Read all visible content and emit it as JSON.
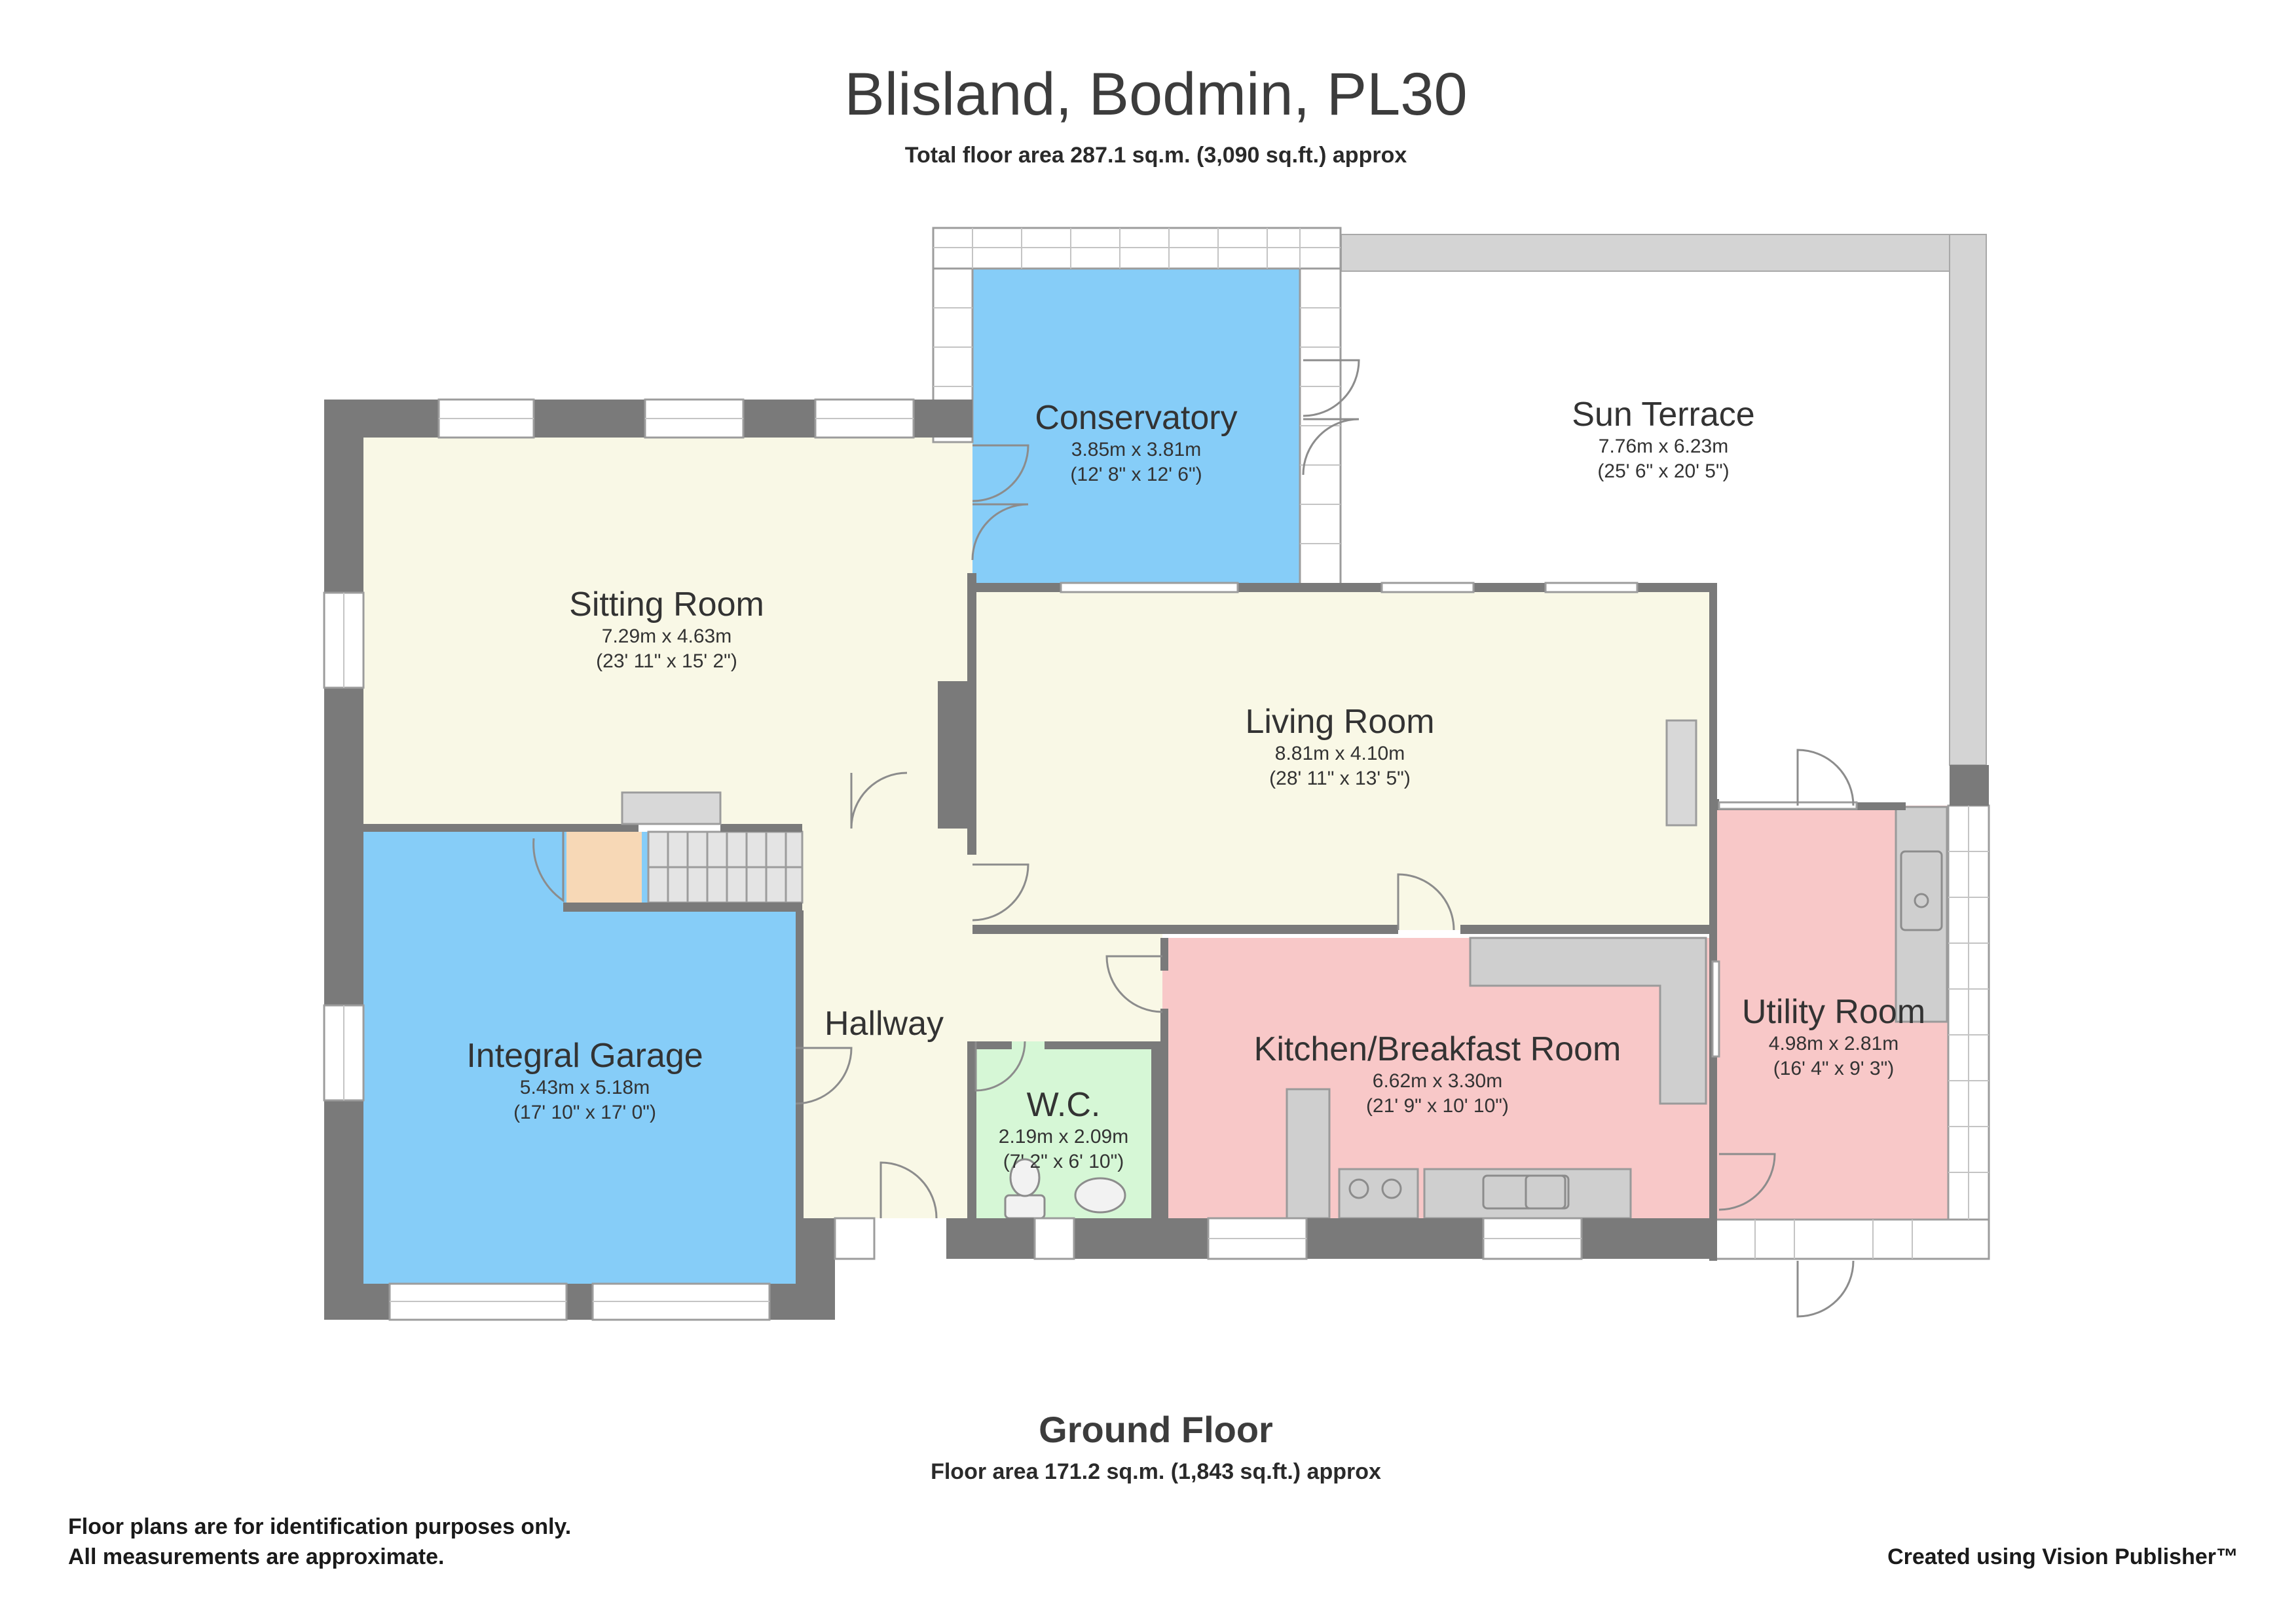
{
  "header": {
    "title": "Blisland, Bodmin, PL30",
    "total_area": "Total floor area 287.1 sq.m. (3,090 sq.ft.) approx"
  },
  "floor": {
    "name": "Ground Floor",
    "area": "Floor area 171.2 sq.m. (1,843 sq.ft.) approx"
  },
  "rooms": {
    "conservatory": {
      "name": "Conservatory",
      "metric": "3.85m x 3.81m",
      "imperial": "(12' 8\" x 12' 6\")"
    },
    "sun_terrace": {
      "name": "Sun Terrace",
      "metric": "7.76m x 6.23m",
      "imperial": "(25' 6\" x 20' 5\")"
    },
    "sitting_room": {
      "name": "Sitting Room",
      "metric": "7.29m x 4.63m",
      "imperial": "(23' 11\" x 15' 2\")"
    },
    "living_room": {
      "name": "Living Room",
      "metric": "8.81m x 4.10m",
      "imperial": "(28' 11\" x 13' 5\")"
    },
    "integral_garage": {
      "name": "Integral Garage",
      "metric": "5.43m x 5.18m",
      "imperial": "(17' 10\" x 17' 0\")"
    },
    "hallway": {
      "name": "Hallway"
    },
    "wc": {
      "name": "W.C.",
      "metric": "2.19m x 2.09m",
      "imperial": "(7' 2\" x 6' 10\")"
    },
    "kitchen": {
      "name": "Kitchen/Breakfast Room",
      "metric": "6.62m x 3.30m",
      "imperial": "(21' 9\" x 10' 10\")"
    },
    "utility_room": {
      "name": "Utility Room",
      "metric": "4.98m x 2.81m",
      "imperial": "(16' 4\" x 9' 3\")"
    }
  },
  "footer": {
    "disclaimer_line1": "Floor plans are for identification purposes only.",
    "disclaimer_line2": "All measurements are approximate.",
    "credit": "Created using Vision Publisher™"
  },
  "colors": {
    "wall": "#7a7a7a",
    "sitting_living_hall": "#f9f8e6",
    "conservatory_garage": "#86cdf8",
    "kitchen_utility": "#f8c8c8",
    "wc": "#d6f7d6",
    "cupboard": "#f7d8b6",
    "terrace_border": "#d4d4d4",
    "fitted_units": "#cfcfcf"
  }
}
